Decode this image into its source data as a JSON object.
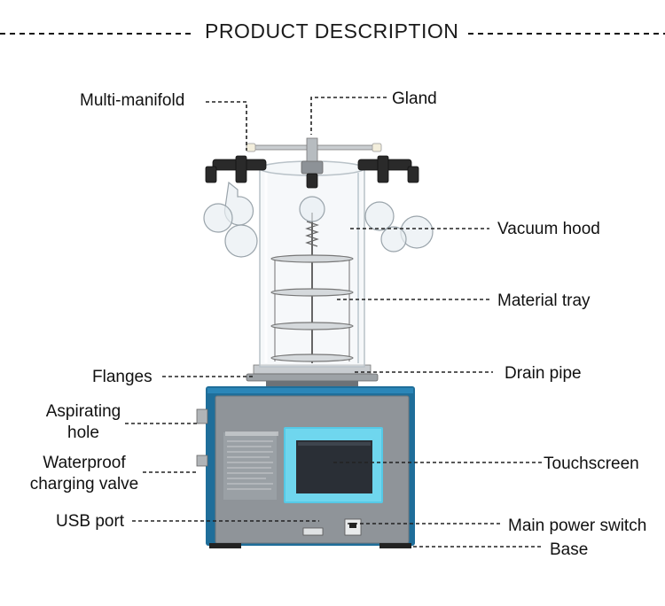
{
  "header": {
    "title": "PRODUCT DESCRIPTION"
  },
  "labels": {
    "multi_manifold": "Multi-manifold",
    "gland": "Gland",
    "vacuum_hood": "Vacuum hood",
    "material_tray": "Material tray",
    "flanges": "Flanges",
    "drain_pipe": "Drain pipe",
    "aspirating_line1": "Aspirating",
    "aspirating_line2": "hole",
    "waterproof_line1": "Waterproof",
    "waterproof_line2": "charging valve",
    "touchscreen": "Touchscreen",
    "usb_port": "USB port",
    "main_power_switch": "Main power switch",
    "base": "Base"
  },
  "colors": {
    "cabinet_blue": "#1f6e9a",
    "panel_gray": "#8f9499",
    "screen_frame": "#55c9e6",
    "screen": "#2a2f36",
    "manifold": "#2a2a2a"
  }
}
